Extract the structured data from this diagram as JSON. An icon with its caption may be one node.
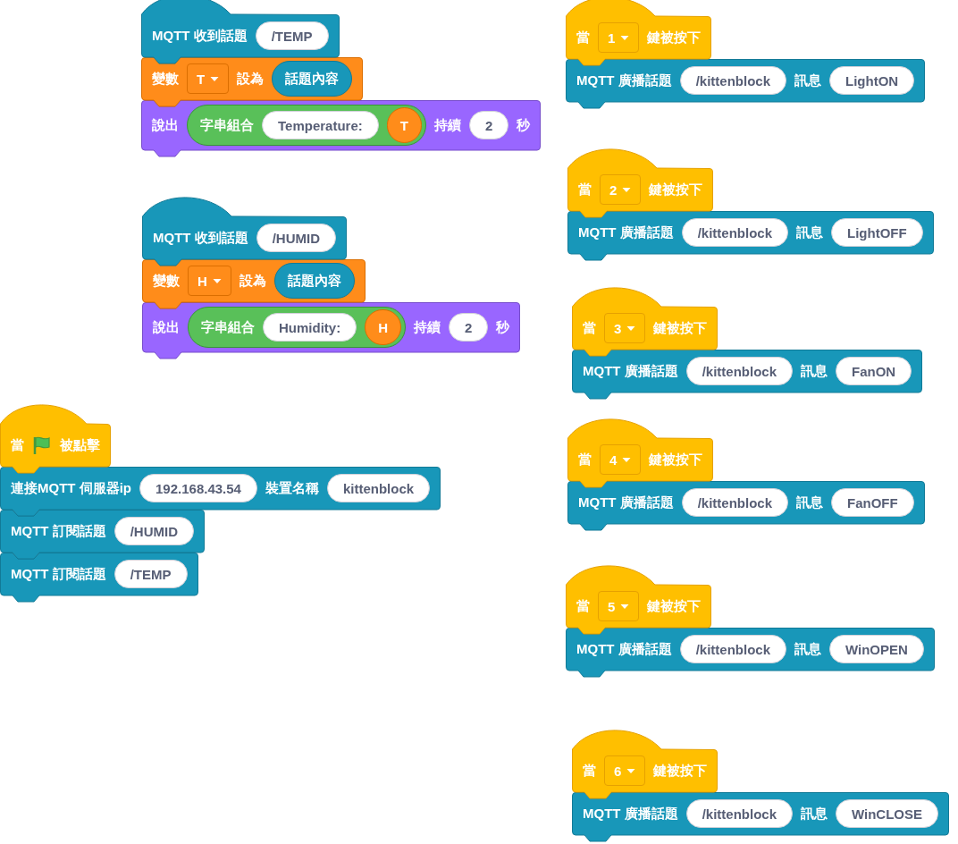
{
  "diagram": {
    "nodes": [
      {
        "text": [
          "MQTT 收到話題"
        ]
      },
      {
        "text": [
          "/TEMP"
        ],
        "in": 0
      },
      {
        "text": [
          "變數",
          "設為"
        ]
      },
      {
        "text": [
          "T"
        ],
        "in": 2
      },
      {
        "text": [
          "話題內容"
        ],
        "in": 2
      },
      {
        "text": [
          "說出",
          "持續",
          "秒"
        ]
      },
      {
        "text": [
          "字串組合"
        ],
        "in": 5
      },
      {
        "text": [
          "Temperature:"
        ],
        "in": 6
      },
      {
        "text": [
          "T"
        ],
        "in": 6
      },
      {
        "text": [
          "2"
        ],
        "in": 5
      },
      {
        "text": [
          "MQTT 收到話題"
        ]
      },
      {
        "text": [
          "/HUMID"
        ],
        "in": 10
      },
      {
        "text": [
          "變數",
          "設為"
        ]
      },
      {
        "text": [
          "H"
        ],
        "in": 12
      },
      {
        "text": [
          "話題內容"
        ],
        "in": 12
      },
      {
        "text": [
          "說出",
          "持續",
          "秒"
        ]
      },
      {
        "text": [
          "字串組合"
        ],
        "in": 15
      },
      {
        "text": [
          "Humidity:"
        ],
        "in": 16
      },
      {
        "text": [
          "H"
        ],
        "in": 16
      },
      {
        "text": [
          "2"
        ],
        "in": 15
      },
      {
        "text": [
          "當",
          "被點擊"
        ]
      },
      {
        "text": [
          "連接MQTT 伺服器ip",
          "裝置名稱"
        ]
      },
      {
        "text": [
          "192.168.43.54"
        ],
        "in": 21
      },
      {
        "text": [
          "kittenblock"
        ],
        "in": 21
      },
      {
        "text": [
          "MQTT 訂閱話題"
        ]
      },
      {
        "text": [
          "/HUMID"
        ],
        "in": 24
      },
      {
        "text": [
          "MQTT 訂閱話題"
        ]
      },
      {
        "text": [
          "/TEMP"
        ],
        "in": 26
      },
      {
        "text": [
          "當",
          "鍵被按下"
        ]
      },
      {
        "text": [
          "1"
        ],
        "in": 28
      },
      {
        "text": [
          "MQTT 廣播話題",
          "訊息"
        ]
      },
      {
        "text": [
          "/kittenblock"
        ],
        "in": 30
      },
      {
        "text": [
          "LightON"
        ],
        "in": 30
      },
      {
        "text": [
          "當",
          "鍵被按下"
        ]
      },
      {
        "text": [
          "2"
        ],
        "in": 33
      },
      {
        "text": [
          "MQTT 廣播話題",
          "訊息"
        ]
      },
      {
        "text": [
          "/kittenblock"
        ],
        "in": 35
      },
      {
        "text": [
          "LightOFF"
        ],
        "in": 35
      },
      {
        "text": [
          "當",
          "鍵被按下"
        ]
      },
      {
        "text": [
          "3"
        ],
        "in": 38
      },
      {
        "text": [
          "MQTT 廣播話題",
          "訊息"
        ]
      },
      {
        "text": [
          "/kittenblock"
        ],
        "in": 40
      },
      {
        "text": [
          "FanON"
        ],
        "in": 40
      },
      {
        "text": [
          "當",
          "鍵被按下"
        ]
      },
      {
        "text": [
          "4"
        ],
        "in": 43
      },
      {
        "text": [
          "MQTT 廣播話題",
          "訊息"
        ]
      },
      {
        "text": [
          "/kittenblock"
        ],
        "in": 45
      },
      {
        "text": [
          "FanOFF"
        ],
        "in": 45
      },
      {
        "text": [
          "當",
          "鍵被按下"
        ]
      },
      {
        "text": [
          "5"
        ],
        "in": 48
      },
      {
        "text": [
          "MQTT 廣播話題",
          "訊息"
        ]
      },
      {
        "text": [
          "/kittenblock"
        ],
        "in": 50
      },
      {
        "text": [
          "WinOPEN"
        ],
        "in": 50
      },
      {
        "text": [
          "當",
          "鍵被按下"
        ]
      },
      {
        "text": [
          "6"
        ],
        "in": 53
      },
      {
        "text": [
          "MQTT 廣播話題",
          "訊息"
        ]
      },
      {
        "text": [
          "/kittenblock"
        ],
        "in": 55
      },
      {
        "text": [
          "WinCLOSE"
        ],
        "in": 55
      }
    ]
  }
}
